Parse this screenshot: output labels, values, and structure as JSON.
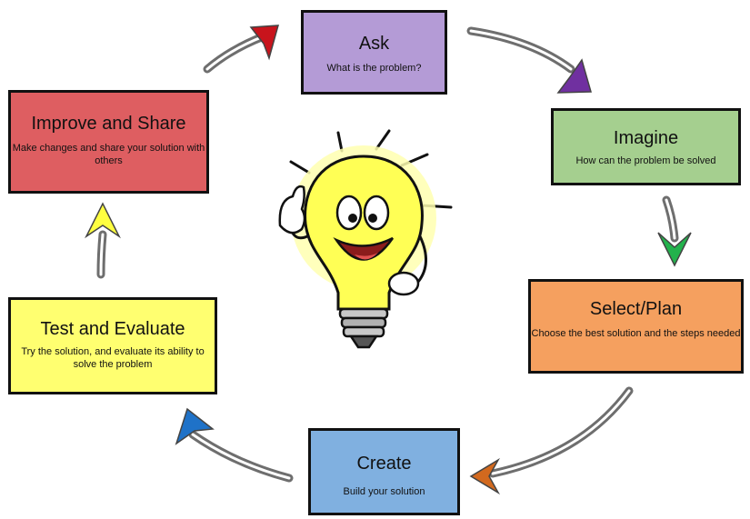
{
  "steps": [
    {
      "id": "ask",
      "title": "Ask",
      "description": "What is the problem?",
      "color": "#b49bd6"
    },
    {
      "id": "imagine",
      "title": "Imagine",
      "description": "How can the problem be solved",
      "color": "#a5cf8f"
    },
    {
      "id": "select",
      "title": "Select/Plan",
      "description": "Choose the best solution and the steps needed",
      "color": "#f5a05f"
    },
    {
      "id": "create",
      "title": "Create",
      "description": "Build your solution",
      "color": "#80b0e0"
    },
    {
      "id": "test",
      "title": "Test and Evaluate",
      "description": "Try the solution, and evaluate its ability to solve the problem",
      "color": "#ffff70"
    },
    {
      "id": "improve",
      "title": "Improve and Share",
      "description": "Make changes and share your solution with others",
      "color": "#de5e61"
    }
  ],
  "arrows": [
    {
      "from": "improve",
      "to": "ask",
      "head_color": "#c8141c"
    },
    {
      "from": "ask",
      "to": "imagine",
      "head_color": "#7030a0"
    },
    {
      "from": "imagine",
      "to": "select",
      "head_color": "#22b24c"
    },
    {
      "from": "select",
      "to": "create",
      "head_color": "#d2691e"
    },
    {
      "from": "create",
      "to": "test",
      "head_color": "#1f72c8"
    },
    {
      "from": "test",
      "to": "improve",
      "head_color": "#ffff40"
    }
  ],
  "center_icon": "lightbulb-mascot-icon"
}
